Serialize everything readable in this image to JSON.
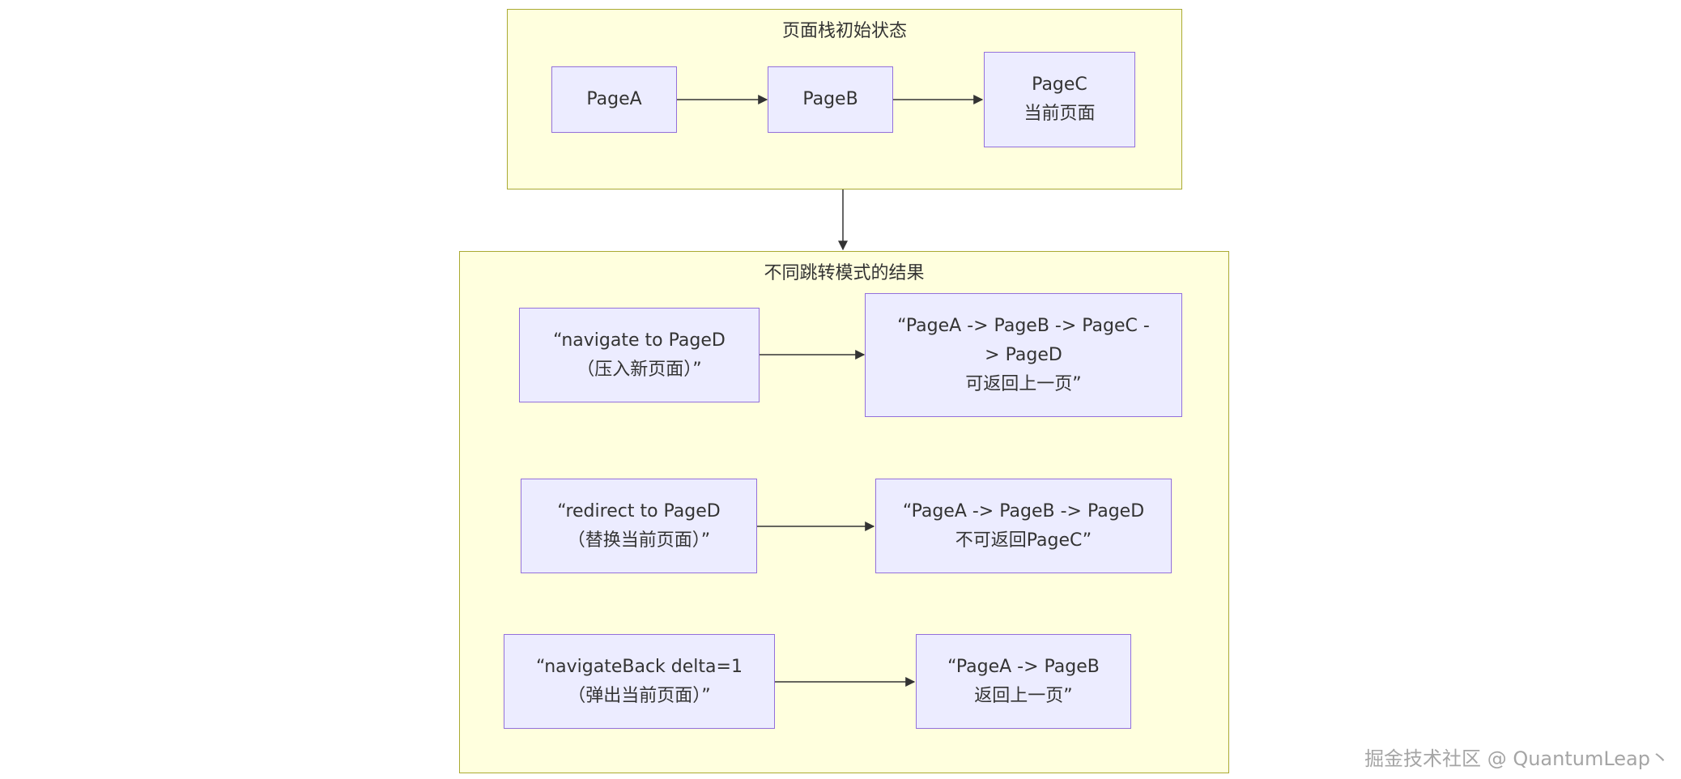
{
  "groups": {
    "initial": {
      "title": "页面栈初始状态",
      "nodes": {
        "page_a": "PageA",
        "page_b": "PageB",
        "page_c": "PageC\n当前页面"
      }
    },
    "results": {
      "title": "不同跳转模式的结果",
      "nodes": {
        "navigate": "“navigate to PageD\n（压入新页面）”",
        "navigate_result": "“PageA -> PageB -> PageC -\n> PageD\n可返回上一页”",
        "redirect": "“redirect to PageD\n（替换当前页面）”",
        "redirect_result": "“PageA -> PageB -> PageD\n不可返回PageC”",
        "back": "“navigateBack delta=1\n（弹出当前页面）”",
        "back_result": "“PageA -> PageB\n返回上一页”"
      }
    }
  },
  "edges": [
    {
      "from": "PageA",
      "to": "PageB"
    },
    {
      "from": "PageB",
      "to": "PageC"
    },
    {
      "from": "页面栈初始状态",
      "to": "不同跳转模式的结果"
    },
    {
      "from": "navigate to PageD",
      "to": "PageA -> PageB -> PageC -> PageD"
    },
    {
      "from": "redirect to PageD",
      "to": "PageA -> PageB -> PageD"
    },
    {
      "from": "navigateBack delta=1",
      "to": "PageA -> PageB"
    }
  ],
  "watermark": "掘金技术社区 @ QuantumLeap丶",
  "colors": {
    "cluster_fill": "#ffffde",
    "cluster_border": "#aaaa33",
    "node_fill": "#ececff",
    "node_border": "#9370db",
    "edge": "#333333"
  }
}
